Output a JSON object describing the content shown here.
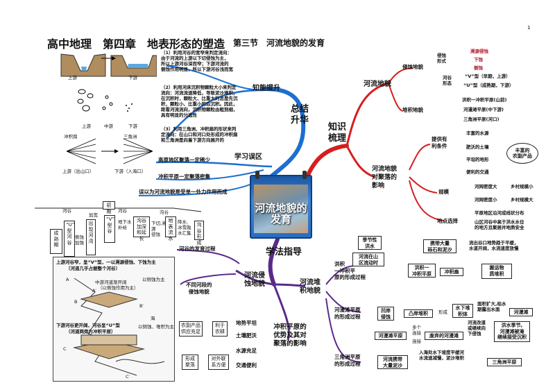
{
  "page_number": "1",
  "header": {
    "title": "高中地理　第四章　地表形态的塑造",
    "section": "第三节　河流地貌的发育"
  },
  "center": {
    "title": "河流地貌的发育"
  },
  "branches": {
    "summary": "总结\n升华",
    "knowledge": "知识\n梳理",
    "method": "学法指导",
    "improve": "知能提升",
    "mistakes": "学习误区"
  },
  "improve_notes": {
    "n1": "（1）利用河谷的宽窄来判定流向：\n由于河流的上游以下切侵蚀为主，\n所以上游河谷深而窄；下游河流的\n侧蚀作用明显，所以下游河谷浅而宽",
    "n2": "（2）利用河床沉积物颗粒大小来判定\n流向：河流流速降低，导致泥沙堆积，\n在沉积时，颗粒大、比重大的总是先沉\n积，颗粒小、比重小的后沉积。因此，\n距看河流流向，沉积物颗粒由粗到细，\n具有明显的分选性",
    "n3": "（3）利用三角洲、冲积扇的形状来判\n定流向：在山口和河口处形成的冲积扇\n和三角洲是向着下游方向展开的",
    "fig1": [
      "上游",
      "下游"
    ],
    "fig2": [
      "上游",
      "中游",
      "下游"
    ],
    "fig3": [
      "冲积扇",
      "三角洲",
      "上游（出山口）",
      "下游（入海口）"
    ]
  },
  "mistakes": [
    "高原地区聚落一定稀少",
    "冲积平原一定聚落密集",
    "误以为河流地貌是受单一外力作用而成"
  ],
  "knowledge": {
    "river_landform": "河流地貌",
    "erosion": "侵蚀地貌",
    "erosion_form": "侵蚀\n形式",
    "forms": [
      "溯源侵蚀",
      "下蚀",
      "侧蚀"
    ],
    "valley": "河谷\n形态",
    "valley_shapes": [
      "“V”型（早期，上游）",
      "“U”型（成熟期，下游）"
    ],
    "deposit": "堆积地貌",
    "deposits": [
      "洪积一冲积平原(山前)",
      "河漫滩平原(中下游)",
      "三角洲平原(河口)"
    ],
    "settlement": "河流地貌\n对聚落的\n影响",
    "conditions": "提供有\n利条件",
    "cond_items": [
      "丰富的水源",
      "肥沃的土壤",
      "平坦的地形",
      "便利的交通"
    ],
    "cond_result": "丰富的\n农副产品",
    "scale": "规模",
    "scale_items": [
      "河网密度大",
      "河网密度小"
    ],
    "scale_results": [
      "乡村规模小",
      "乡村规模大"
    ],
    "site": "地点选择",
    "site_items": [
      "平原地区沿河成线状分布",
      "山区河谷中高于洪水水位\n的地方且聚居并地质安全"
    ]
  },
  "top_left_flow": {
    "labels": [
      "河谷",
      "加宽",
      "河谷",
      "沟谷",
      "初期",
      "“V”\n型\n谷",
      "出\n现\n河\n湾",
      "“U”\n型\n河\n谷",
      "侧蚀\n加强",
      "成熟期",
      "地下水\n补给",
      "沟谷\n加深\n和延长",
      "下切,溯源\n侵蚀",
      "地表\n流水",
      "降水,\n冰雪融\n水汇集",
      "沟谷\n形成"
    ]
  },
  "method": {
    "development": "河谷的发育过程",
    "stages": "不同河段的\n侵蚀地貌",
    "erosion": "河流侵\n蚀地貌",
    "deposit": "河流堆\n积地貌",
    "panel_lines": [
      "上游河谷窄，呈“V”型，一以溯源侵蚀、下蚀为主",
      "〔河道几乎占据整个河谷〕",
      "中游河道渐开阔",
      "（以侧蚀作用为主）",
      "以侧蚀为主",
      "下游河谷更开阔，河谷呈“U”型",
      "（河道两旁为冲积平原）",
      "以侧蚀、堆积为主"
    ],
    "panel_letters": [
      "A",
      "A′",
      "B",
      "B′",
      "C",
      "C′",
      "海"
    ],
    "plains": "冲积平原的\n优势及其对\n聚落的影响",
    "advantages": [
      "地势平坦",
      "土壤肥沃",
      "水源充足",
      "交通便利"
    ],
    "adv_mid": [
      "利于\n农耕",
      "对外联\n系方便"
    ],
    "adv_left": [
      "农副产品\n供应充足",
      "形成\n聚落"
    ]
  },
  "deposit_flow": {
    "alluvial": "洪积\n一冲积平\n原的形成过程",
    "a_items": [
      "季节性\n洪水",
      "河流在山\n区流动时",
      "携带大量\n砾石和泥沙",
      "流出谷口地势趋于平缓，\n水道开阔，水流速度放慢",
      "洪积一\n冲积平原",
      "冲积扇",
      "搬运物\n质堆积"
    ],
    "floodplain": "河漫滩平原\n的形成过程",
    "f_items": [
      "凹岸\n侵蚀",
      "凸岸堆积",
      "形成",
      "水下堆\n积体",
      "面积扩大,枯水\n期露出水面",
      "河漫滩",
      "河流改道\n或继续向\n下侵蚀",
      "洪水季节,\n河漫滩被淹\n继续接受沉积",
      "多个\n连接",
      "连接",
      "河漫滩平原",
      "废弃的河漫滩"
    ],
    "delta": "三角洲平原\n的形成过程",
    "d_items": [
      "河流携带\n大量泥沙",
      "入海处水下坡度平缓河\n水流速减慢，泥沙堆积",
      "三角洲平原"
    ]
  },
  "colors": {
    "blue_branch": "#1c6fd0",
    "red_branch": "#d61e1e",
    "purple_branch": "#5a2a8a",
    "knowledge_box": "#b5122a"
  }
}
